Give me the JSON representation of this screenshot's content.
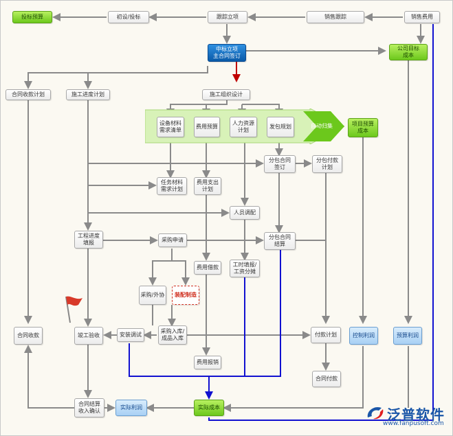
{
  "top_row": {
    "bid_pass": "投标预算",
    "prelim_bid": "初设/投标",
    "track_project": "跟踪立项",
    "sales_track": "销售跟踪",
    "sales_cost": "销售费用"
  },
  "contract_sign": "中标立项\n主合同签订",
  "company_target_cost": "公司目标\n成本",
  "left_column": {
    "contract_receipt_plan": "合同收款计划",
    "construction_schedule": "施工进度计划",
    "progress_report": "工程进度\n填报",
    "contract_receipt": "合同收款",
    "completion_acceptance": "竣工验收",
    "contract_settlement": "合同结算\n收入确认"
  },
  "design": {
    "construction_org_design": "施工组织设计",
    "equipment_material_list": "设备材料\n需求清单",
    "cost_budget": "费用预算",
    "hr_plan": "人力资源\n计划",
    "subcontract_plan": "发包规划",
    "auto_summary": "自动归集",
    "project_budget_cost": "项目预算\n成本"
  },
  "middle": {
    "subcontract_sign": "分包合同\n签订",
    "subcontract_payment_plan": "分包付款\n计划",
    "task_material_plan": "任务材料\n需求计划",
    "expense_plan": "费用支出\n计划",
    "staff_allocation": "人员调配",
    "purchase_request": "采购申请",
    "subcontract_settlement": "分包合同\n结算",
    "expense_loan": "费用借款",
    "timesheet": "工时填报/\n工资分摊",
    "purchase_outsource": "采购/外协",
    "assembly_manufacture": "装配制造",
    "install_debug": "安装调试",
    "purchase_warehouse": "采购入库/\n成品入库",
    "payment_plan": "付款计划",
    "control_profit": "控制利润",
    "budget_profit": "预算利润",
    "expense_reimburse": "费用报销",
    "contract_payment": "合同付款",
    "actual_profit": "实际利润",
    "actual_cost": "实际成本"
  },
  "logo": {
    "name": "泛普软件",
    "url": "www.fanpusoft.com"
  },
  "colors": {
    "line": "#8a8a8a",
    "blue_line": "#1010d0",
    "red_line": "#c00000",
    "green": "#78d020",
    "blue_box": "#0f66c0"
  }
}
